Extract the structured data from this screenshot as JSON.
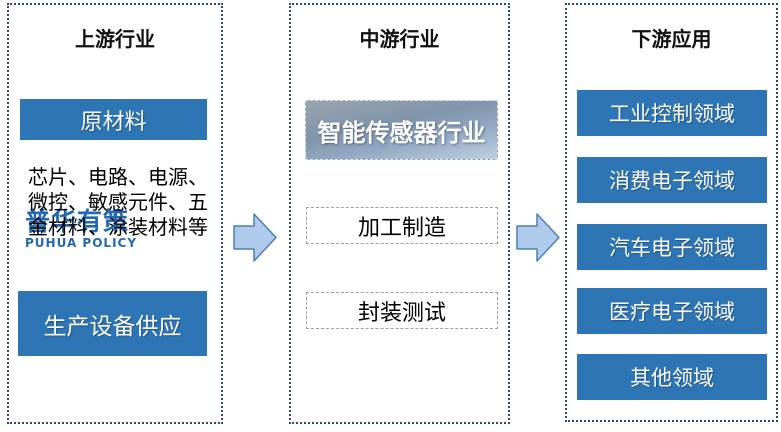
{
  "diagram": {
    "upstream": {
      "title": "上游行业",
      "raw_materials_label": "原材料",
      "description": "芯片、电路、电源、微控、敏感元件、五金材料、涂装材料等",
      "equipment_label": "生产设备供应"
    },
    "midstream": {
      "title": "中游行业",
      "industry_label": "智能传感器行业",
      "steps": [
        "加工制造",
        "封装测试"
      ]
    },
    "downstream": {
      "title": "下游应用",
      "items": [
        "工业控制领域",
        "消费电子领域",
        "汽车电子领域",
        "医疗电子领域",
        "其他领域"
      ]
    }
  },
  "watermark": {
    "cn": "普华有策",
    "en": "PUHUA POLICY"
  },
  "colors": {
    "primary_blue": "#2E75B6",
    "arrow_fill": "#AECBEC",
    "arrow_stroke": "#4F7FB0",
    "panel_border": "#2B4A6F",
    "watermark_blue": "#2268B2"
  }
}
